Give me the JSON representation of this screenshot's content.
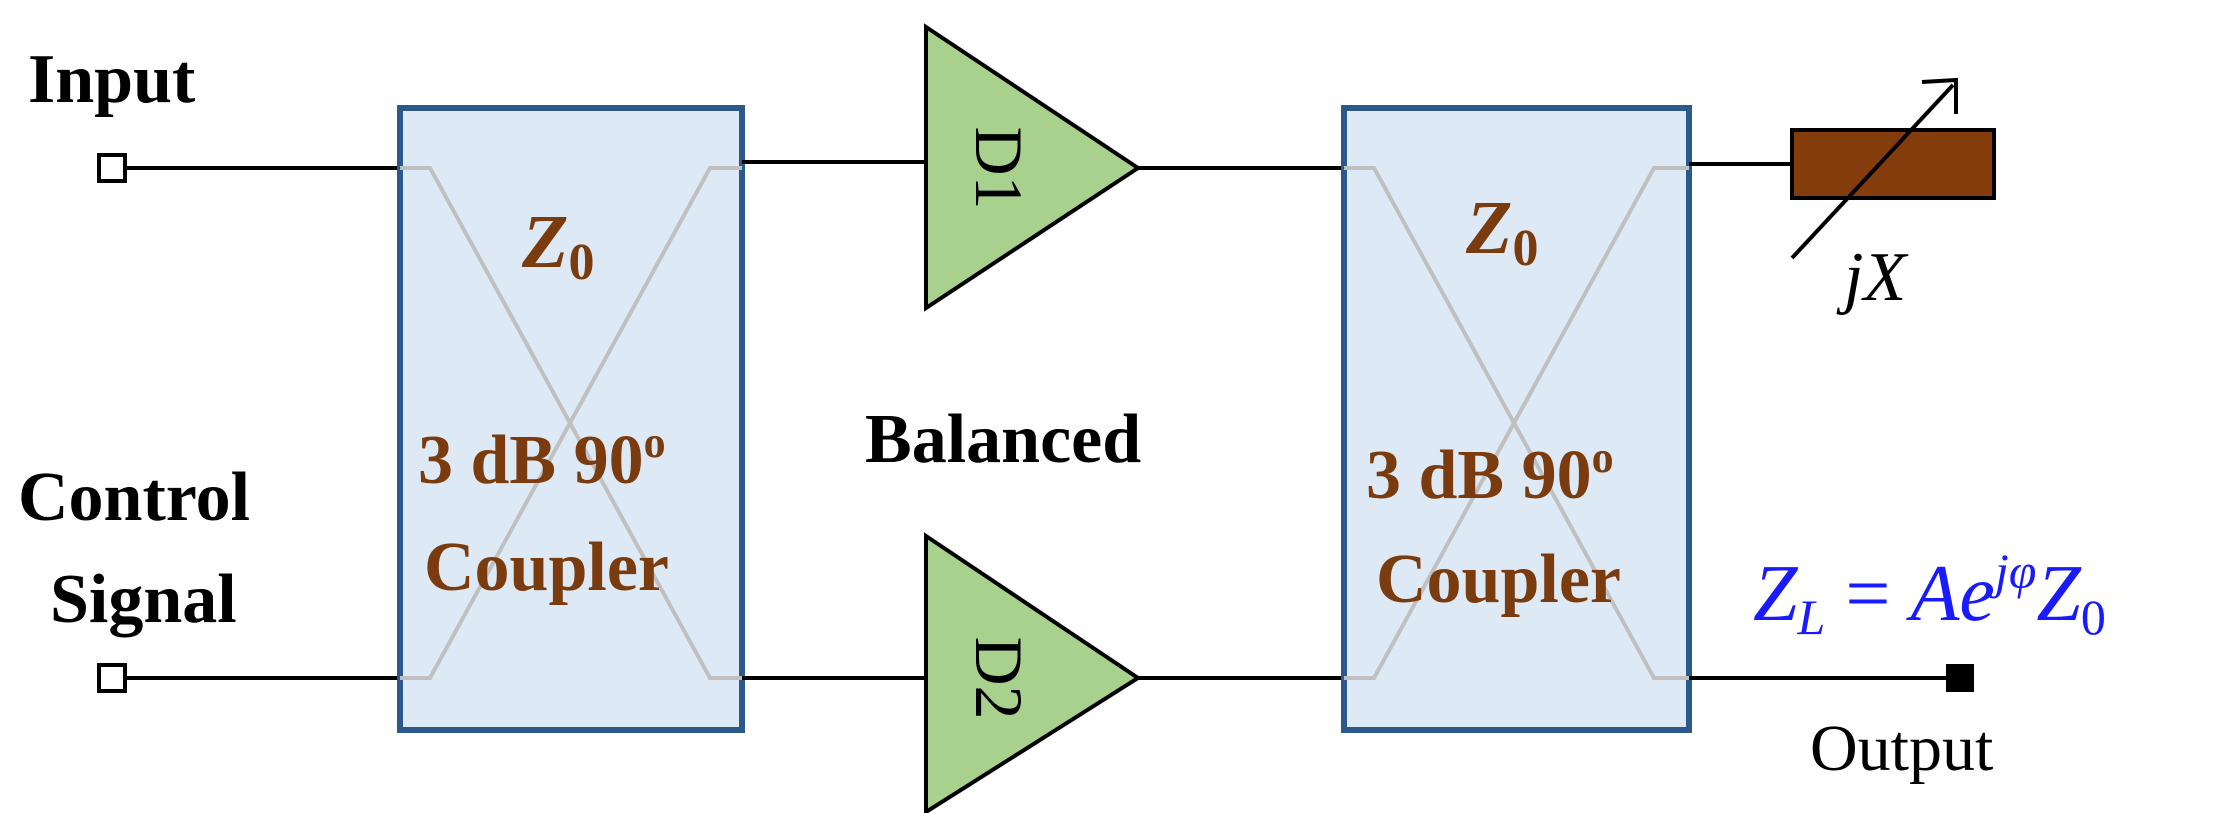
{
  "labels": {
    "input": "Input",
    "control_line1": "Control",
    "control_line2": "Signal",
    "balanced": "Balanced",
    "output": "Output",
    "reactance_j": "j",
    "reactance_x": "X"
  },
  "couplers": [
    {
      "impedance_symbol": "Z",
      "impedance_sub": "0",
      "line1": "3 dB 90",
      "degree": "o",
      "line2": "Coupler"
    },
    {
      "impedance_symbol": "Z",
      "impedance_sub": "0",
      "line1": "3 dB 90",
      "degree": "o",
      "line2": "Coupler"
    }
  ],
  "amplifiers": [
    {
      "label": "D1"
    },
    {
      "label": "D2"
    }
  ],
  "load_equation": {
    "lhs": "Z",
    "lhs_sub": "L",
    "eq": " = ",
    "a": "A",
    "e": "e",
    "exp": "jφ",
    "z": "Z",
    "z_sub": "0"
  },
  "colors": {
    "coupler_fill": "#dde9f5",
    "coupler_border": "#2b5a8a",
    "coupler_text": "#7a3b0e",
    "amplifier_fill": "#a9d18e",
    "load_fill": "#843c0c",
    "equation_text": "#1a1aff",
    "cross_lines": "#c0c0c0"
  }
}
